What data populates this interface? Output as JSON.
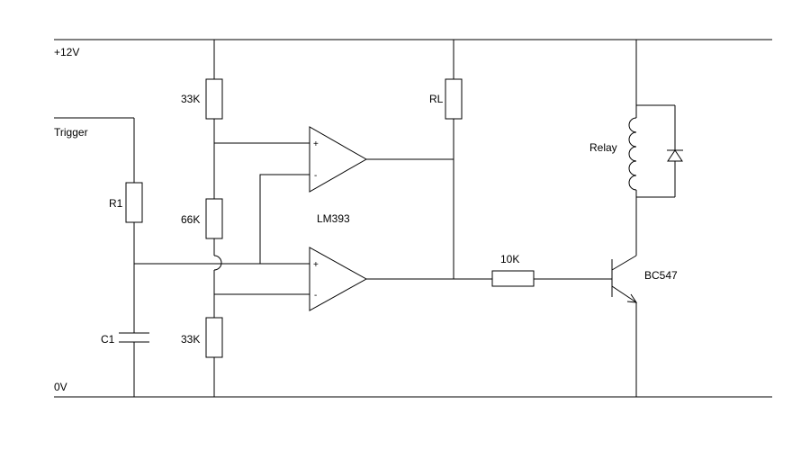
{
  "rails": {
    "positive": "+12V",
    "ground": "0V"
  },
  "labels": {
    "trigger": "Trigger",
    "r1": "R1",
    "c1": "C1",
    "r_top": "33K",
    "r_mid": "66K",
    "r_bot": "33K",
    "rl": "RL",
    "ic": "LM393",
    "r_base": "10K",
    "relay": "Relay",
    "transistor": "BC547"
  },
  "opamp_pins": {
    "plus": "+",
    "minus": "-"
  },
  "colors": {
    "ink": "#000000",
    "background": "#ffffff"
  }
}
